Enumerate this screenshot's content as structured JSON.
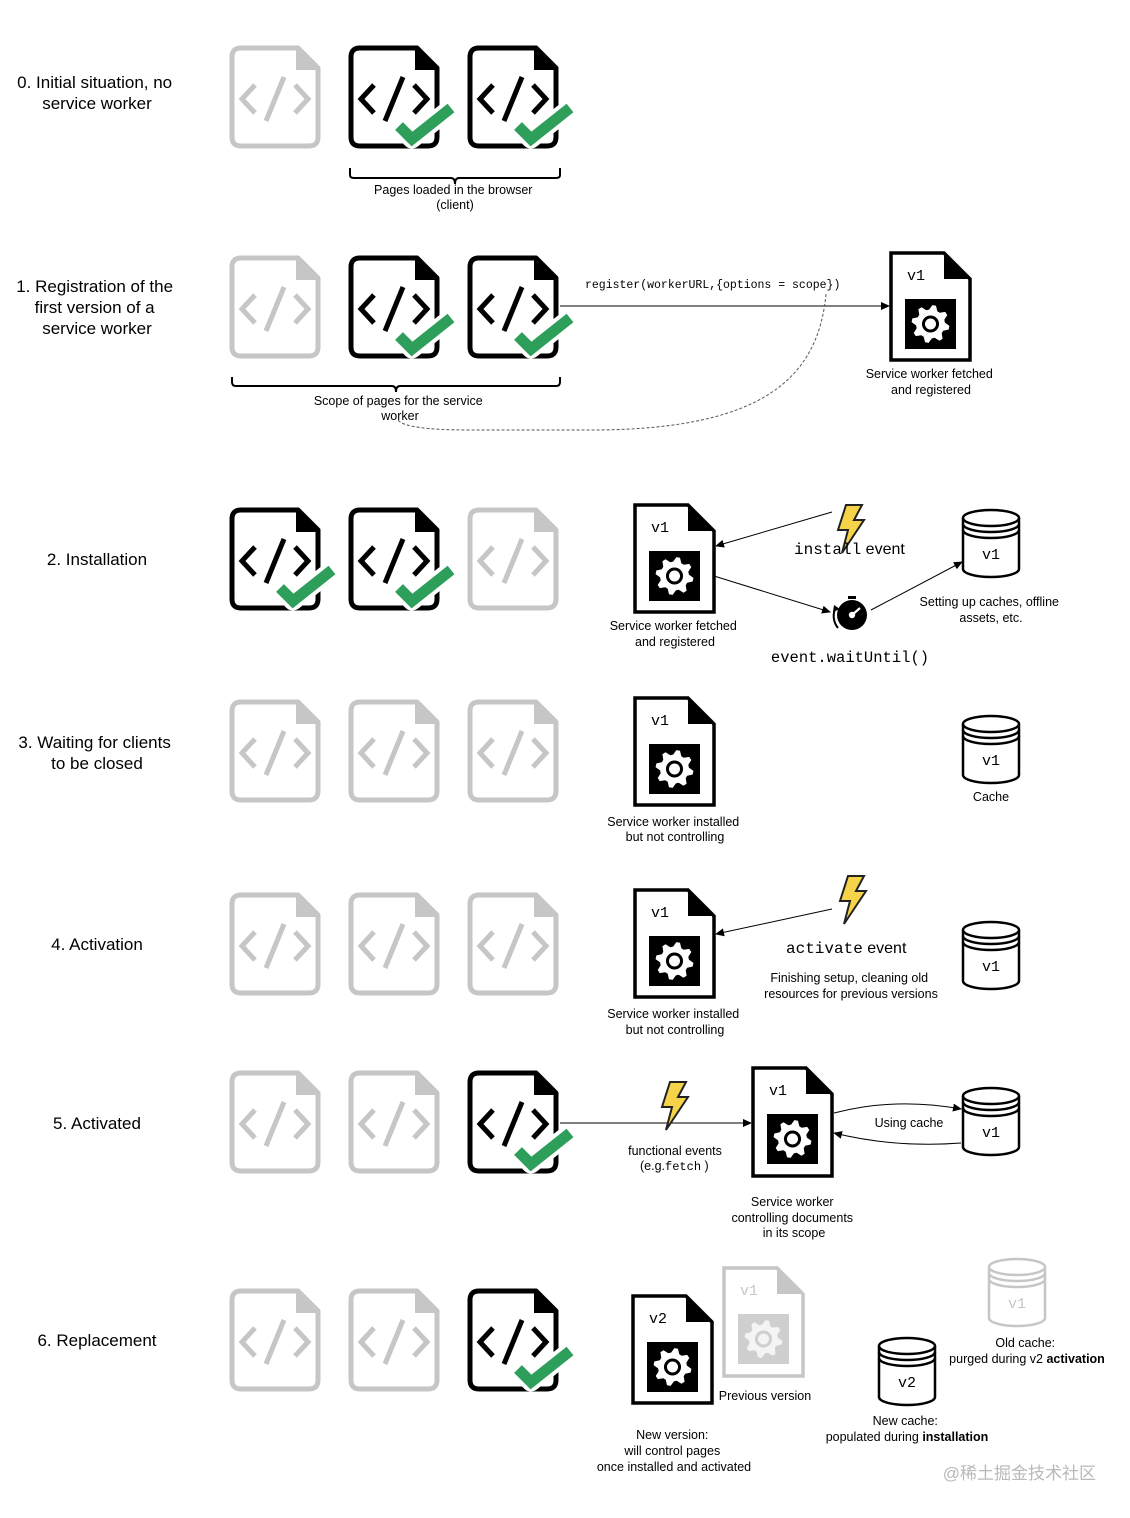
{
  "colors": {
    "active_page": "#000000",
    "inactive_page": "#c6c6c6",
    "check": "#2e9e5b",
    "lightning_fill": "#f6d44a",
    "lightning_stroke": "#222222",
    "dashed_line": "#555555"
  },
  "icons": {
    "page": "code-page-icon",
    "check": "checkmark-icon",
    "service_worker": "gear-document-icon",
    "cache": "database-cylinder-icon",
    "event": "lightning-bolt-icon",
    "wait": "stopwatch-icon"
  },
  "stages": [
    {
      "label": [
        "0. Initial situation, no",
        "service worker"
      ],
      "pages": [
        {
          "active": false,
          "checked": false
        },
        {
          "active": true,
          "checked": true
        },
        {
          "active": true,
          "checked": true
        }
      ],
      "brace_caption": [
        "Pages loaded in the browser",
        "(client)"
      ]
    },
    {
      "label": [
        "1. Registration of the",
        "first version of a",
        "service worker"
      ],
      "pages": [
        {
          "active": false,
          "checked": false
        },
        {
          "active": true,
          "checked": true
        },
        {
          "active": true,
          "checked": true
        }
      ],
      "brace_caption": [
        "Scope of pages for the service",
        "worker"
      ],
      "register_call": "register(workerURL,{options = scope})",
      "sw_version": "v1",
      "sw_caption": [
        "Service worker fetched",
        "and registered"
      ]
    },
    {
      "label": [
        "2. Installation"
      ],
      "pages": [
        {
          "active": true,
          "checked": true
        },
        {
          "active": true,
          "checked": true
        },
        {
          "active": false,
          "checked": false
        }
      ],
      "sw_version": "v1",
      "sw_caption": [
        "Service worker fetched",
        "and registered"
      ],
      "event_code": "install",
      "event_word": " event",
      "wait_code": "event.waitUntil()",
      "cache_version": "v1",
      "cache_caption": [
        "Setting up caches, offline",
        "assets, etc."
      ]
    },
    {
      "label": [
        "3. Waiting for clients",
        "to be closed"
      ],
      "pages": [
        {
          "active": false,
          "checked": false
        },
        {
          "active": false,
          "checked": false
        },
        {
          "active": false,
          "checked": false
        }
      ],
      "sw_version": "v1",
      "sw_caption": [
        "Service worker installed",
        "but not controlling"
      ],
      "cache_version": "v1",
      "cache_caption": [
        "Cache"
      ]
    },
    {
      "label": [
        "4. Activation"
      ],
      "pages": [
        {
          "active": false,
          "checked": false
        },
        {
          "active": false,
          "checked": false
        },
        {
          "active": false,
          "checked": false
        }
      ],
      "sw_version": "v1",
      "sw_caption": [
        "Service worker installed",
        "but not controlling"
      ],
      "event_code": "activate",
      "event_word": " event",
      "event_caption": [
        "Finishing setup, cleaning old",
        "resources for previous versions"
      ],
      "cache_version": "v1"
    },
    {
      "label": [
        "5. Activated"
      ],
      "pages": [
        {
          "active": false,
          "checked": false
        },
        {
          "active": false,
          "checked": false
        },
        {
          "active": true,
          "checked": true
        }
      ],
      "sw_version": "v1",
      "sw_caption": [
        "Service worker",
        "controlling documents",
        "in its scope"
      ],
      "event_caption_1": "functional events",
      "event_caption_2_pre": "(e.g.",
      "event_caption_2_code": "fetch",
      "event_caption_2_post": " )",
      "cache_arrow_label": "Using cache",
      "cache_version": "v1"
    },
    {
      "label": [
        "6. Replacement"
      ],
      "pages": [
        {
          "active": false,
          "checked": false
        },
        {
          "active": false,
          "checked": false
        },
        {
          "active": true,
          "checked": true
        }
      ],
      "new_sw_version": "v2",
      "new_sw_caption": [
        "New version:",
        "will control pages",
        "once installed and activated"
      ],
      "old_sw_version": "v1",
      "old_sw_caption": "Previous version",
      "new_cache_version": "v2",
      "new_cache_caption_1": "New cache:",
      "new_cache_caption_2_pre": "populated during ",
      "new_cache_caption_2_bold": "installation",
      "old_cache_version": "v1",
      "old_cache_caption_1": "Old cache:",
      "old_cache_caption_2_pre": "purged during v2 ",
      "old_cache_caption_2_bold": "activation"
    }
  ],
  "watermark": "@稀土掘金技术社区"
}
